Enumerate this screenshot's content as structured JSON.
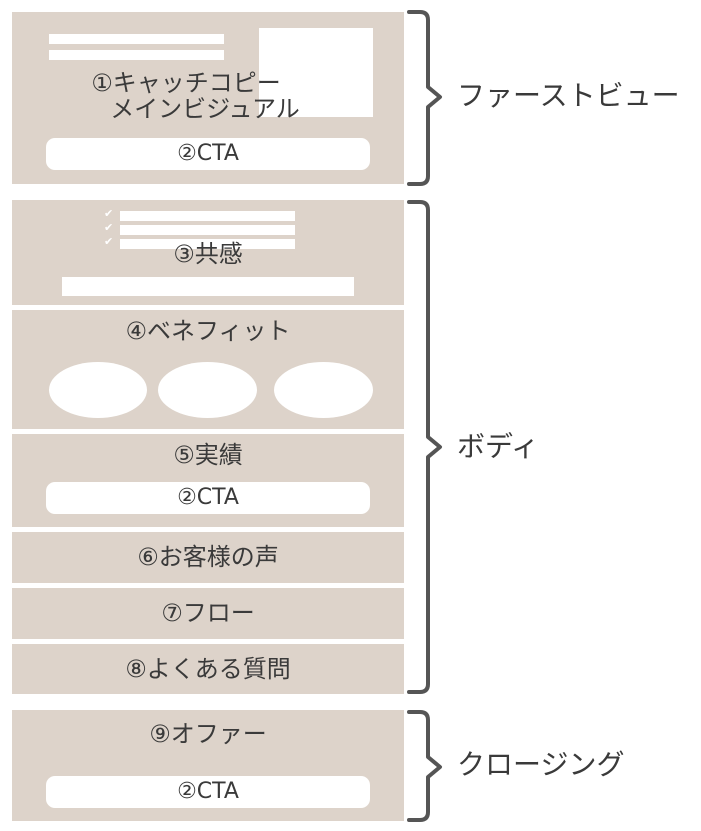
{
  "sections": {
    "first_view": {
      "label_line1": "①キャッチコピー",
      "label_line2": "メインビジュアル",
      "cta": "②CTA"
    },
    "empathy": {
      "label": "③共感",
      "checks": [
        "✔",
        "✔",
        "✔"
      ]
    },
    "benefit": {
      "label": "④ベネフィット"
    },
    "results": {
      "label": "⑤実績",
      "cta": "②CTA"
    },
    "voice": {
      "label": "⑥お客様の声"
    },
    "flow": {
      "label": "⑦フロー"
    },
    "faq": {
      "label": "⑧よくある質問"
    },
    "offer": {
      "label": "⑨オファー",
      "cta": "②CTA"
    }
  },
  "groups": {
    "first_view": "ファーストビュー",
    "body": "ボディ",
    "closing": "クロージング"
  },
  "colors": {
    "block_fill": "#ddd3ca",
    "placeholder": "#ffffff",
    "text": "#3a3a3a",
    "bracket": "#555555"
  }
}
